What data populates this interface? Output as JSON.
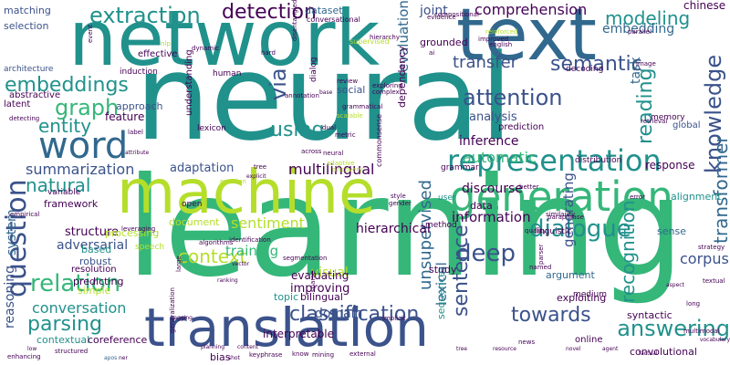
{
  "palette": {
    "purple": "#440154",
    "indigo": "#3b528b",
    "blue": "#31688e",
    "teal": "#21918c",
    "green": "#35b779",
    "lime": "#6ece58",
    "yellow": "#b5de2b",
    "bright_yellow": "#fde725"
  },
  "words": [
    {
      "text": "learning",
      "color": "#35b779"
    },
    {
      "text": "neural",
      "color": "#21918c"
    },
    {
      "text": "network",
      "color": "#21918c"
    },
    {
      "text": "machine",
      "color": "#b5de2b"
    },
    {
      "text": "text",
      "color": "#31688e"
    },
    {
      "text": "translation",
      "color": "#3b528b"
    },
    {
      "text": "generation",
      "color": "#35b779"
    },
    {
      "text": "word",
      "color": "#31688e"
    },
    {
      "text": "question",
      "color": "#3b528b"
    },
    {
      "text": "representation",
      "color": "#21918c"
    },
    {
      "text": "dialogue",
      "color": "#21918c"
    },
    {
      "text": "unsupervised",
      "color": "#31688e"
    },
    {
      "text": "semantic",
      "color": "#3b528b"
    },
    {
      "text": "embeddings",
      "color": "#21918c"
    },
    {
      "text": "extraction",
      "color": "#21918c"
    },
    {
      "text": "detection",
      "color": "#440154"
    },
    {
      "text": "modeling",
      "color": "#21918c"
    },
    {
      "text": "attention",
      "color": "#3b528b"
    },
    {
      "text": "transfer",
      "color": "#3b528b"
    },
    {
      "text": "summarization",
      "color": "#3b528b"
    },
    {
      "text": "relation",
      "color": "#35b779"
    },
    {
      "text": "parsing",
      "color": "#21918c"
    },
    {
      "text": "classification",
      "color": "#3b528b"
    },
    {
      "text": "answering",
      "color": "#21918c"
    },
    {
      "text": "deep",
      "color": "#3b528b"
    },
    {
      "text": "sentence",
      "color": "#3b528b"
    },
    {
      "text": "recognition",
      "color": "#21918c"
    },
    {
      "text": "graph",
      "color": "#35b779"
    },
    {
      "text": "entity",
      "color": "#21918c"
    },
    {
      "text": "natural",
      "color": "#21918c"
    },
    {
      "text": "knowledge",
      "color": "#3b528b"
    },
    {
      "text": "transformer",
      "color": "#31688e"
    },
    {
      "text": "towards",
      "color": "#3b528b"
    },
    {
      "text": "using",
      "color": "#21918c"
    },
    {
      "text": "via",
      "color": "#3b528b"
    },
    {
      "text": "comprehension",
      "color": "#440154"
    },
    {
      "text": "reading",
      "color": "#21918c"
    },
    {
      "text": "conversation",
      "color": "#21918c"
    },
    {
      "text": "context",
      "color": "#b5de2b"
    },
    {
      "text": "sentiment",
      "color": "#b5de2b"
    },
    {
      "text": "adversarial",
      "color": "#3b528b"
    },
    {
      "text": "multilingual",
      "color": "#440154"
    },
    {
      "text": "inference",
      "color": "#440154"
    },
    {
      "text": "analysis",
      "color": "#3b528b"
    },
    {
      "text": "discourse",
      "color": "#440154"
    },
    {
      "text": "information",
      "color": "#440154"
    },
    {
      "text": "corpus",
      "color": "#3b528b"
    },
    {
      "text": "automatic",
      "color": "#35b779"
    },
    {
      "text": "improving",
      "color": "#440154"
    },
    {
      "text": "adaptation",
      "color": "#3b528b"
    },
    {
      "text": "dataset",
      "color": "#31688e"
    },
    {
      "text": "evaluation",
      "color": "#31688e"
    },
    {
      "text": "embedding",
      "color": "#31688e"
    },
    {
      "text": "hierarchical",
      "color": "#440154"
    },
    {
      "text": "domain",
      "color": "#3b528b"
    },
    {
      "text": "visual",
      "color": "#b5de2b"
    },
    {
      "text": "generating",
      "color": "#3b528b"
    },
    {
      "text": "lexical",
      "color": "#31688e"
    },
    {
      "text": "task",
      "color": "#31688e"
    },
    {
      "text": "response",
      "color": "#440154"
    },
    {
      "text": "reasoning",
      "color": "#3b528b"
    },
    {
      "text": "joint",
      "color": "#3b528b"
    },
    {
      "text": "chinese",
      "color": "#440154"
    },
    {
      "text": "matching",
      "color": "#3b528b"
    },
    {
      "text": "selection",
      "color": "#3b528b"
    },
    {
      "text": "architecture",
      "color": "#3b528b"
    },
    {
      "text": "abstractive",
      "color": "#440154"
    },
    {
      "text": "latent",
      "color": "#440154"
    },
    {
      "text": "feature",
      "color": "#440154"
    },
    {
      "text": "approach",
      "color": "#3b528b"
    },
    {
      "text": "framework",
      "color": "#440154"
    },
    {
      "text": "structure",
      "color": "#440154"
    },
    {
      "text": "variable",
      "color": "#440154"
    },
    {
      "text": "system",
      "color": "#31688e"
    },
    {
      "text": "based",
      "color": "#21918c"
    },
    {
      "text": "robust",
      "color": "#3b528b"
    },
    {
      "text": "resolution",
      "color": "#440154"
    },
    {
      "text": "predicting",
      "color": "#440154"
    },
    {
      "text": "simple",
      "color": "#b5de2b"
    },
    {
      "text": "processing",
      "color": "#b5de2b"
    },
    {
      "text": "document",
      "color": "#b5de2b"
    },
    {
      "text": "training",
      "color": "#35b779"
    },
    {
      "text": "speech",
      "color": "#b5de2b"
    },
    {
      "text": "contextual",
      "color": "#21918c"
    },
    {
      "text": "coreference",
      "color": "#440154"
    },
    {
      "text": "social",
      "color": "#3b528b"
    },
    {
      "text": "evaluating",
      "color": "#440154"
    },
    {
      "text": "bilingual",
      "color": "#440154"
    },
    {
      "text": "topic",
      "color": "#21918c"
    },
    {
      "text": "interpretable",
      "color": "#440154"
    },
    {
      "text": "study",
      "color": "#440154"
    },
    {
      "text": "argument",
      "color": "#31688e"
    },
    {
      "text": "exploiting",
      "color": "#440154"
    },
    {
      "text": "medium",
      "color": "#440154"
    },
    {
      "text": "syntactic",
      "color": "#440154"
    },
    {
      "text": "online",
      "color": "#440154"
    },
    {
      "text": "sequence",
      "color": "#21918c"
    },
    {
      "text": "method",
      "color": "#440154"
    },
    {
      "text": "user",
      "color": "#21918c"
    },
    {
      "text": "data",
      "color": "#440154"
    },
    {
      "text": "sense",
      "color": "#31688e"
    },
    {
      "text": "alignment",
      "color": "#21918c"
    },
    {
      "text": "linguistic",
      "color": "#440154"
    },
    {
      "text": "grammar",
      "color": "#440154"
    },
    {
      "text": "dependency",
      "color": "#440154"
    },
    {
      "text": "prediction",
      "color": "#440154"
    },
    {
      "text": "global",
      "color": "#3b528b"
    },
    {
      "text": "effective",
      "color": "#440154"
    },
    {
      "text": "induction",
      "color": "#440154"
    },
    {
      "text": "human",
      "color": "#440154"
    },
    {
      "text": "understanding",
      "color": "#440154"
    },
    {
      "text": "lexicon",
      "color": "#440154"
    },
    {
      "text": "dual",
      "color": "#440154"
    },
    {
      "text": "conversational",
      "color": "#440154"
    },
    {
      "text": "dialog",
      "color": "#440154"
    },
    {
      "text": "review",
      "color": "#440154"
    },
    {
      "text": "grounded",
      "color": "#440154"
    },
    {
      "text": "hierarchy",
      "color": "#440154"
    },
    {
      "text": "evidence",
      "color": "#440154"
    },
    {
      "text": "decoding",
      "color": "#440154"
    },
    {
      "text": "distribution",
      "color": "#440154"
    },
    {
      "text": "convolutional",
      "color": "#440154"
    },
    {
      "text": "structured",
      "color": "#440154"
    },
    {
      "text": "bias",
      "color": "#440154"
    },
    {
      "text": "mining",
      "color": "#440154"
    },
    {
      "text": "keyphrase",
      "color": "#440154"
    },
    {
      "text": "generalization",
      "color": "#440154"
    },
    {
      "text": "open",
      "color": "#440154"
    },
    {
      "text": "event",
      "color": "#440154"
    },
    {
      "text": "detecting",
      "color": "#440154"
    },
    {
      "text": "annotation",
      "color": "#440154"
    },
    {
      "text": "complex",
      "color": "#440154"
    },
    {
      "text": "exploring",
      "color": "#440154"
    },
    {
      "text": "quality",
      "color": "#440154"
    },
    {
      "text": "named",
      "color": "#440154"
    },
    {
      "text": "parser",
      "color": "#440154"
    },
    {
      "text": "similarity",
      "color": "#440154"
    },
    {
      "text": "retrieval",
      "color": "#440154"
    },
    {
      "text": "image",
      "color": "#440154"
    },
    {
      "text": "paraphrase",
      "color": "#440154"
    },
    {
      "text": "long",
      "color": "#440154"
    },
    {
      "text": "multimodal",
      "color": "#440154"
    },
    {
      "text": "vocabulary",
      "color": "#440154"
    },
    {
      "text": "parallel",
      "color": "#440154"
    },
    {
      "text": "improved",
      "color": "#440154"
    },
    {
      "text": "compositional",
      "color": "#440154"
    },
    {
      "text": "english",
      "color": "#440154"
    },
    {
      "text": "reinforced",
      "color": "#b5de2b"
    },
    {
      "text": "supervised",
      "color": "#b5de2b"
    },
    {
      "text": "nlp",
      "color": "#b5de2b"
    },
    {
      "text": "dynamic",
      "color": "#440154"
    },
    {
      "text": "neural",
      "color": "#440154"
    },
    {
      "text": "discovery",
      "color": "#b5de2b"
    },
    {
      "text": "emotion",
      "color": "#b5de2b"
    },
    {
      "text": "scalable",
      "color": "#b5de2b"
    },
    {
      "text": "adaptive",
      "color": "#b5de2b"
    },
    {
      "text": "label",
      "color": "#440154"
    },
    {
      "text": "metric",
      "color": "#440154"
    },
    {
      "text": "across",
      "color": "#440154"
    },
    {
      "text": "tree",
      "color": "#440154"
    },
    {
      "text": "segmentation",
      "color": "#440154"
    },
    {
      "text": "ranking",
      "color": "#440154"
    },
    {
      "text": "vector",
      "color": "#440154"
    },
    {
      "text": "error",
      "color": "#440154"
    },
    {
      "text": "strategy",
      "color": "#440154"
    },
    {
      "text": "aspect",
      "color": "#440154"
    },
    {
      "text": "tagging",
      "color": "#440154"
    },
    {
      "text": "memory",
      "color": "#440154"
    },
    {
      "text": "apos",
      "color": "#31688e"
    },
    {
      "text": "enhancing",
      "color": "#440154"
    },
    {
      "text": "leveraging",
      "color": "#440154"
    },
    {
      "text": "large",
      "color": "#440154"
    },
    {
      "text": "identification",
      "color": "#440154"
    },
    {
      "text": "algorithms",
      "color": "#440154"
    },
    {
      "text": "attribute",
      "color": "#440154"
    },
    {
      "text": "better",
      "color": "#440154"
    },
    {
      "text": "sparse",
      "color": "#440154"
    },
    {
      "text": "implicit",
      "color": "#440154"
    },
    {
      "text": "external",
      "color": "#440154"
    },
    {
      "text": "style",
      "color": "#440154"
    },
    {
      "text": "gender",
      "color": "#440154"
    },
    {
      "text": "news",
      "color": "#440154"
    },
    {
      "text": "textual",
      "color": "#440154"
    },
    {
      "text": "empirical",
      "color": "#440154"
    },
    {
      "text": "grammatical",
      "color": "#440154"
    },
    {
      "text": "know",
      "color": "#440154"
    },
    {
      "text": "base",
      "color": "#440154"
    },
    {
      "text": "explicit",
      "color": "#440154"
    },
    {
      "text": "disentangled",
      "color": "#440154"
    },
    {
      "text": "commonsense",
      "color": "#440154"
    },
    {
      "text": "low",
      "color": "#440154"
    },
    {
      "text": "ner",
      "color": "#440154"
    },
    {
      "text": "hard",
      "color": "#440154"
    },
    {
      "text": "ai",
      "color": "#440154"
    },
    {
      "text": "tree",
      "color": "#440154"
    },
    {
      "text": "novel",
      "color": "#440154"
    },
    {
      "text": "resource",
      "color": "#440154"
    },
    {
      "text": "agent",
      "color": "#440154"
    },
    {
      "text": "factual",
      "color": "#440154"
    },
    {
      "text": "shot",
      "color": "#440154"
    },
    {
      "text": "content",
      "color": "#440154"
    },
    {
      "text": "planning",
      "color": "#440154"
    }
  ]
}
